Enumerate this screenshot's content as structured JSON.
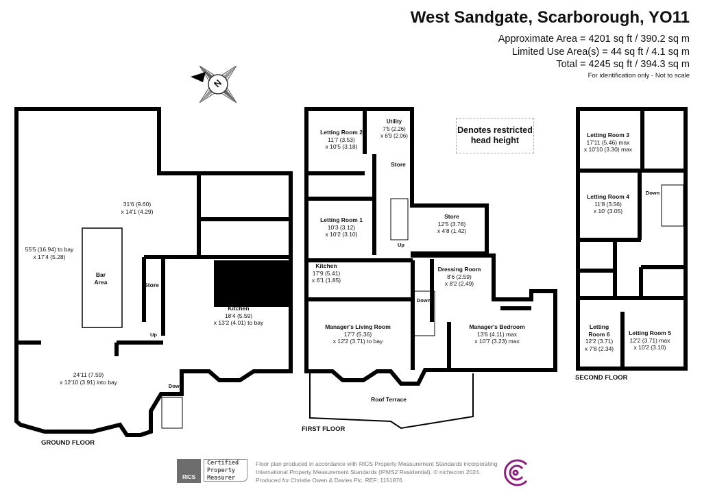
{
  "header": {
    "title": "West Sandgate, Scarborough, YO11",
    "approx_area": "Approximate Area = 4201 sq ft / 390.2 sq m",
    "limited_use": "Limited Use Area(s) = 44 sq ft / 4.1 sq m",
    "total": "Total = 4245 sq ft / 394.3 sq m",
    "note": "For identification only - Not to scale"
  },
  "compass": {
    "label": "N",
    "icon": "compass-rose-icon"
  },
  "legend": {
    "restricted": "Denotes restricted head height"
  },
  "ground_floor": {
    "label": "GROUND FLOOR",
    "main_room": {
      "dim1": "31'6 (9.60)",
      "dim2": "x 14'1 (4.29)"
    },
    "long_room": {
      "dim1": "55'5 (16.94) to bay",
      "dim2": "x 17'4 (5.28)"
    },
    "bar": {
      "line1": "Bar",
      "line2": "Area"
    },
    "store": "Store",
    "up": "Up",
    "down": "Down",
    "kitchen": {
      "name": "Kitchen",
      "dim1": "18'4 (5.59)",
      "dim2": "x 13'2 (4.01) to bay"
    },
    "front_room": {
      "dim1": "24'11 (7.59)",
      "dim2": "x 12'10 (3.91) into bay"
    }
  },
  "first_floor": {
    "label": "FIRST FLOOR",
    "letting_room_2": {
      "name": "Letting Room 2",
      "dim1": "11'7 (3.53)",
      "dim2": "x 10'5 (3.18)"
    },
    "utility": {
      "name": "Utility",
      "dim1": "7'5 (2.26)",
      "dim2": "x 6'9 (2.06)"
    },
    "store_small": "Store",
    "letting_room_1": {
      "name": "Letting Room 1",
      "dim1": "10'3 (3.12)",
      "dim2": "x 10'2 (3.10)"
    },
    "store": {
      "name": "Store",
      "dim1": "12'5 (3.78)",
      "dim2": "x 4'8 (1.42)"
    },
    "up": "Up",
    "down": "Down",
    "kitchen": {
      "name": "Kitchen",
      "dim1": "17'9 (5.41)",
      "dim2": "x 6'1 (1.85)"
    },
    "dressing_room": {
      "name": "Dressing Room",
      "dim1": "8'6 (2.59)",
      "dim2": "x 8'2 (2.49)"
    },
    "living_room": {
      "name": "Manager's Living Room",
      "dim1": "17'7 (5.36)",
      "dim2": "x 12'2 (3.71) to bay"
    },
    "bedroom": {
      "name": "Manager's Bedroom",
      "dim1": "13'6 (4.11) max",
      "dim2": "x 10'7 (3.23) max"
    },
    "roof_terrace": "Roof Terrace"
  },
  "second_floor": {
    "label": "SECOND FLOOR",
    "letting_room_3": {
      "name": "Letting Room 3",
      "dim1": "17'11 (5.46) max",
      "dim2": "x 10'10 (3.30) max"
    },
    "letting_room_4": {
      "name": "Letting Room 4",
      "dim1": "11'8 (3.56)",
      "dim2": "x 10' (3.05)"
    },
    "down": "Down",
    "letting_room_6": {
      "name1": "Letting",
      "name2": "Room 6",
      "dim1": "12'2 (3.71)",
      "dim2": "x 7'8 (2.34)"
    },
    "letting_room_5": {
      "name": "Letting Room 5",
      "dim1": "12'2 (3.71) max",
      "dim2": "x 10'2 (3.10)"
    }
  },
  "footer": {
    "badge_org": "RICS",
    "badge_text": [
      "Certified",
      "Property",
      "Measurer"
    ],
    "line1": "Floor plan produced in accordance with RICS Property Measurement Standards incorporating",
    "line2": "International Property Measurement Standards (IPMS2 Residential).  © nichecom 2024.",
    "line3": "Produced for Christie Owen & Davies Plc.   REF:  1151876",
    "logo_color": "#8e1f7f"
  }
}
